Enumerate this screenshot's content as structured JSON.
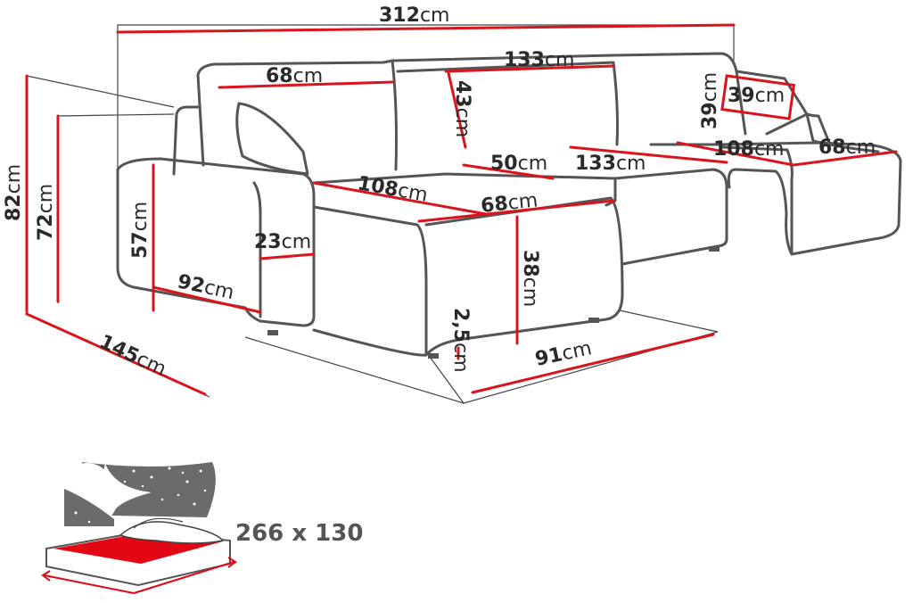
{
  "dimensions": {
    "overall_length": "312",
    "back_cushion_width_left": "68",
    "back_center_width": "133",
    "back_height": "43",
    "pillow_width": "39",
    "pillow_height": "39",
    "total_height": "82",
    "armrest_height": "72",
    "arm_front_height": "57",
    "seat_depth_left": "108",
    "chaise_width": "68",
    "arm_width": "23",
    "arm_length": "92",
    "depth": "145",
    "seat_front_height": "38",
    "leg_height": "2,5",
    "chaise_footprint": "91",
    "seat_depth_mid": "50",
    "seat_width_mid": "133",
    "seat_depth_right": "108",
    "chaise_width_right": "68"
  },
  "unit": "cm",
  "bed_size": "266 x 130",
  "colors": {
    "dimension_line": "#d9141c",
    "outline": "#555555",
    "mattress": "#e30613",
    "night_sky": "#6b6b6b"
  }
}
